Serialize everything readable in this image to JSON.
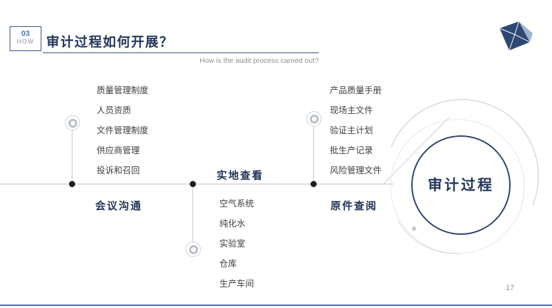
{
  "header": {
    "section_number": "03",
    "section_label": "HOW",
    "title": "审计过程如何开展？",
    "subtitle": "How is the audit process carried out?"
  },
  "timeline": {
    "nodes": [
      {
        "label": "会议沟通",
        "items": [
          "质量管理制度",
          "人员资质",
          "文件管理制度",
          "供应商管理",
          "投诉和召回"
        ]
      },
      {
        "label": "实地查看",
        "items": [
          "空气系统",
          "纯化水",
          "实验室",
          "仓库",
          "生产车间"
        ]
      },
      {
        "label": "原件查阅",
        "items": [
          "产品质量手册",
          "现场主文件",
          "验证主计划",
          "批生产记录",
          "风险管理文件"
        ]
      }
    ]
  },
  "result": {
    "label": "审计过程"
  },
  "footer": {
    "page_number": "17"
  },
  "icons": {
    "logo": "diamond-gem-logo",
    "node_marker": "concentric-circle-marker",
    "timeline_node": "solid-dot"
  },
  "colors": {
    "navy": "#24375c",
    "accent_blue": "#4a6da7",
    "line_gray": "#b9bfc9",
    "text": "#3d3d3d"
  }
}
